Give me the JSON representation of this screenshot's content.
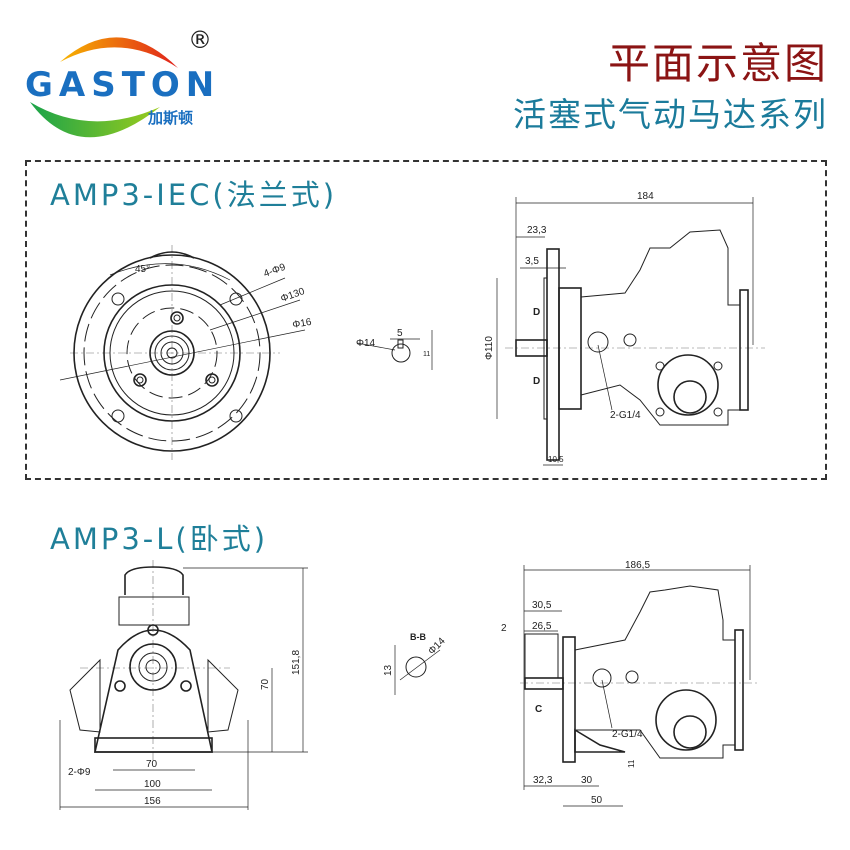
{
  "brand": {
    "name": "GASTON",
    "name_cn": "加斯顿",
    "registered": "®",
    "colors": {
      "blue": "#1a6fc0",
      "orange": "#f08a10",
      "red": "#e0201c",
      "green": "#3aae3a"
    }
  },
  "header": {
    "title": "平面示意图",
    "subtitle": "活塞式气动马达系列"
  },
  "models": [
    {
      "name": "AMP3-IEC(法兰式)",
      "front_view": {
        "angle": "45°",
        "holes": "4-Φ9",
        "pcd": "Φ130",
        "shaft": "Φ16"
      },
      "key_detail": {
        "diameter": "Φ14",
        "key_width": "5",
        "depth": "11"
      },
      "side_view": {
        "length": "184",
        "flange_offset": "23,3",
        "step": "3,5",
        "pilot": "Φ110",
        "flange_thickness": "10,5",
        "ports": "2-G1/4",
        "section_mark": "D"
      }
    },
    {
      "name": "AMP3-L(卧式)",
      "front_view": {
        "height": "151,8",
        "center_height": "70",
        "holes": "2-Φ9",
        "hole_spacing": "70",
        "base_width": "100",
        "overall_width": "156"
      },
      "section_detail": {
        "label": "B-B",
        "diameter": "Φ14",
        "flat": "13"
      },
      "side_view": {
        "length": "186,5",
        "shaft_a": "30,5",
        "shaft_b": "26,5",
        "shoulder": "2",
        "ports": "2-G1/4",
        "section_mark": "C",
        "base_offset": "32,3",
        "foot_a": "30",
        "foot_b": "50",
        "foot_thickness": "11"
      }
    }
  ],
  "colors": {
    "title": "#8b1414",
    "accent": "#1f7f99"
  }
}
